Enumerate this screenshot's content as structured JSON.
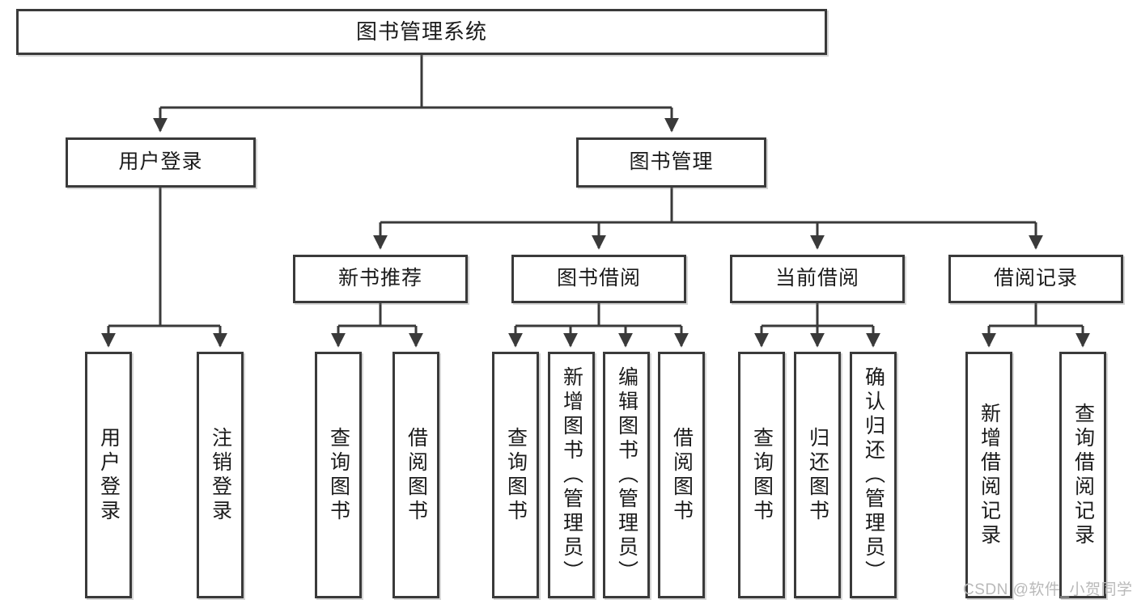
{
  "diagram": {
    "title": "图书管理系统",
    "type": "tree-hierarchy-chart",
    "orientation": "top-down",
    "stroke_color": "#3a3a3a",
    "background_color": "#ffffff",
    "text_color": "#1b1b1b"
  },
  "nodes": {
    "root": {
      "label": "图书管理系统"
    },
    "level2": [
      {
        "label": "用户登录"
      },
      {
        "label": "图书管理"
      }
    ],
    "level3": [
      {
        "label": "新书推荐"
      },
      {
        "label": "图书借阅"
      },
      {
        "label": "当前借阅"
      },
      {
        "label": "借阅记录"
      }
    ],
    "leaves": {
      "user_login": [
        {
          "label": "用户登录"
        },
        {
          "label": "注销登录"
        }
      ],
      "new_book_recommend": [
        {
          "label": "查询图书"
        },
        {
          "label": "借阅图书"
        }
      ],
      "book_borrow": [
        {
          "label": "查询图书"
        },
        {
          "label": "新增图书（管理员）"
        },
        {
          "label": "编辑图书（管理员）"
        },
        {
          "label": "借阅图书"
        }
      ],
      "current_borrow": [
        {
          "label": "查询图书"
        },
        {
          "label": "归还图书"
        },
        {
          "label": "确认归还（管理员）"
        }
      ],
      "borrow_record": [
        {
          "label": "新增借阅记录"
        },
        {
          "label": "查询借阅记录"
        }
      ]
    }
  },
  "watermark": {
    "text": "CSDN @软件_小贺同学"
  }
}
